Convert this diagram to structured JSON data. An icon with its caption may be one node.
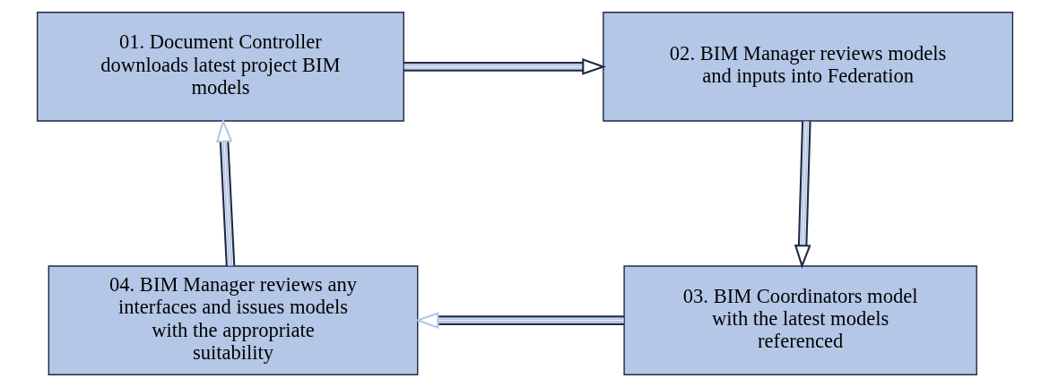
{
  "diagram": {
    "nodes": [
      {
        "text": [
          "01. Document Controller downloads latest project BIM models"
        ]
      },
      {
        "text": [
          "02. BIM Manager reviews models and inputs into Federation"
        ]
      },
      {
        "text": [
          "03. BIM Coordinators model with the latest models referenced"
        ]
      },
      {
        "text": [
          "04. BIM Manager reviews any interfaces and issues models with the appropriate suitability"
        ]
      }
    ],
    "edges": [
      {
        "from": 0,
        "to": 1,
        "arrow": "to"
      },
      {
        "from": 1,
        "to": 2,
        "arrow": "to"
      },
      {
        "from": 2,
        "to": 3,
        "arrow": "to"
      },
      {
        "from": 3,
        "to": 0,
        "arrow": "to"
      }
    ]
  }
}
